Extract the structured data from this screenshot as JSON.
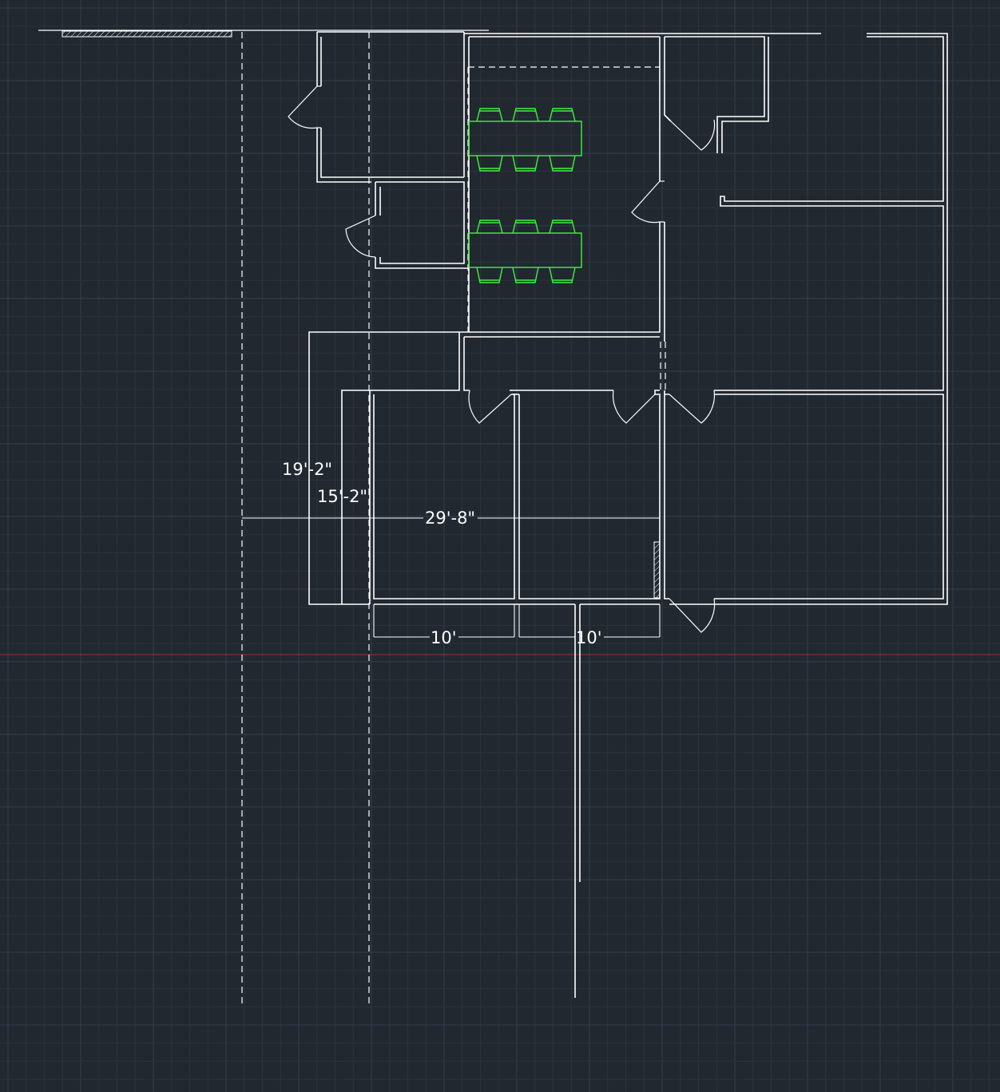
{
  "canvas": {
    "background": "#212830",
    "grid_minor_color": "#2a323b",
    "grid_major_color": "#33404b",
    "x_axis_color": "#8a3a32",
    "line_color": "#ffffff",
    "furniture_color": "#3ff23f"
  },
  "dimensions": {
    "d1": "19'-2\"",
    "d2": "15'-2\"",
    "d3": "29'-8\"",
    "d4": "10'",
    "d5": "10'"
  },
  "furniture": {
    "tables": 2,
    "chairs_per_table": 6
  }
}
